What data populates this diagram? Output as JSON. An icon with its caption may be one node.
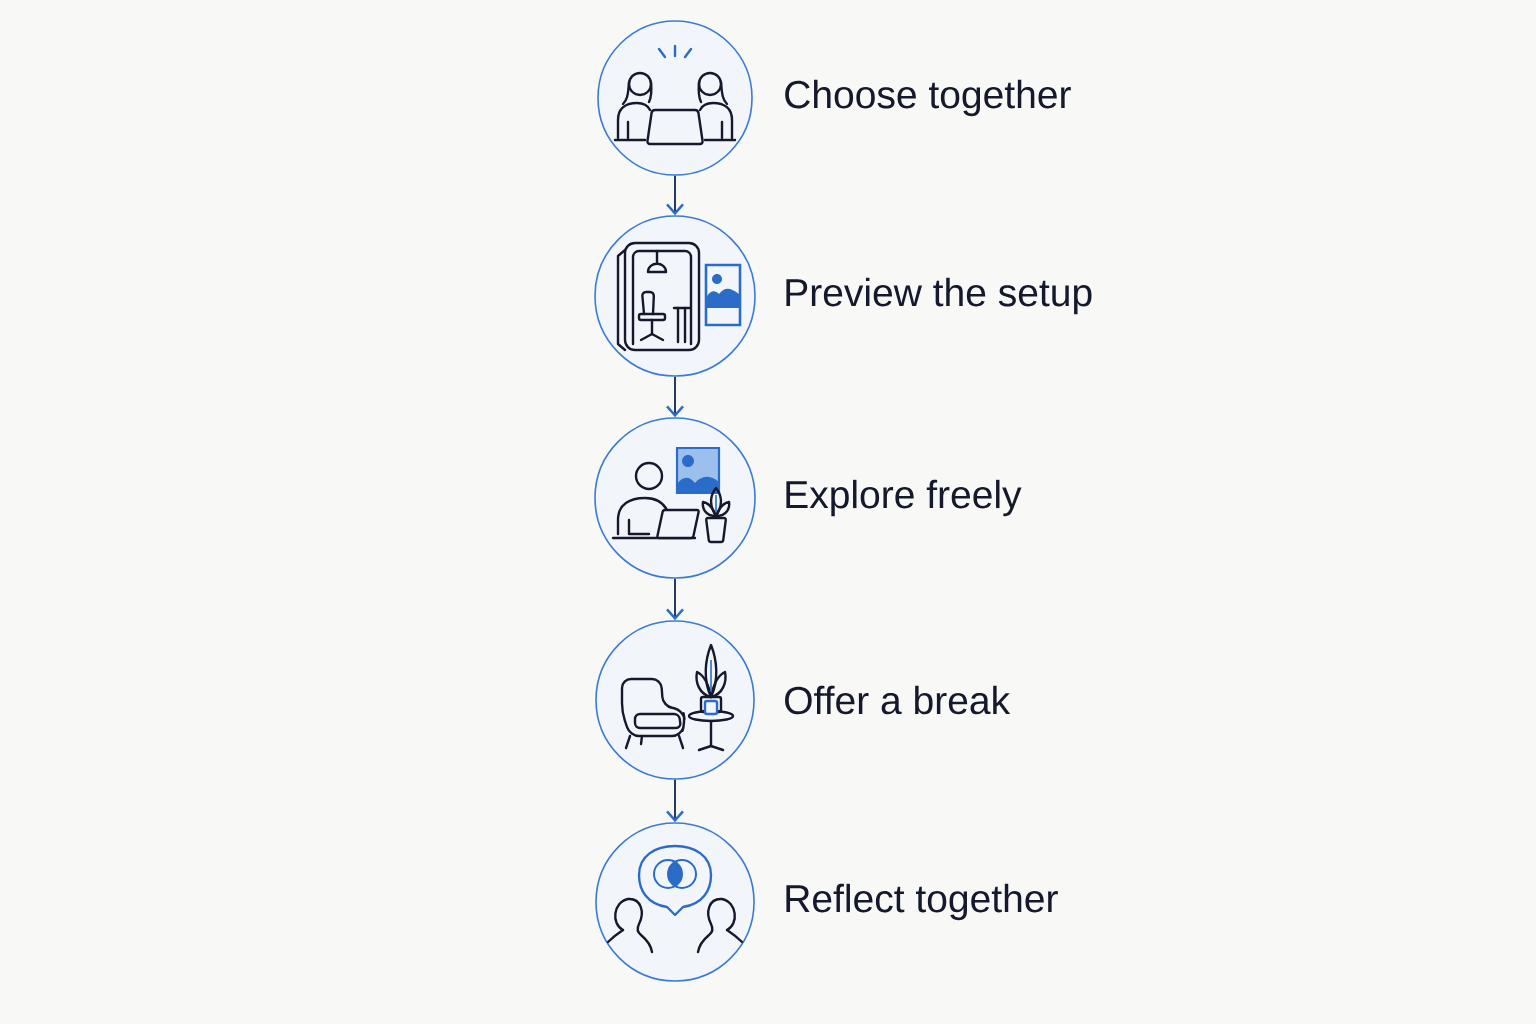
{
  "diagram": {
    "nodes": [
      {
        "text": [
          "Choose together"
        ]
      },
      {
        "text": [
          "Preview the setup"
        ]
      },
      {
        "text": [
          "Explore freely"
        ]
      },
      {
        "text": [
          "Offer a break"
        ]
      },
      {
        "text": [
          "Reflect together"
        ]
      }
    ],
    "edges": [
      {
        "from": 0,
        "to": 1,
        "arrow": "to"
      },
      {
        "from": 1,
        "to": 2,
        "arrow": "to"
      },
      {
        "from": 2,
        "to": 3,
        "arrow": "to"
      },
      {
        "from": 3,
        "to": 4,
        "arrow": "to"
      }
    ]
  }
}
